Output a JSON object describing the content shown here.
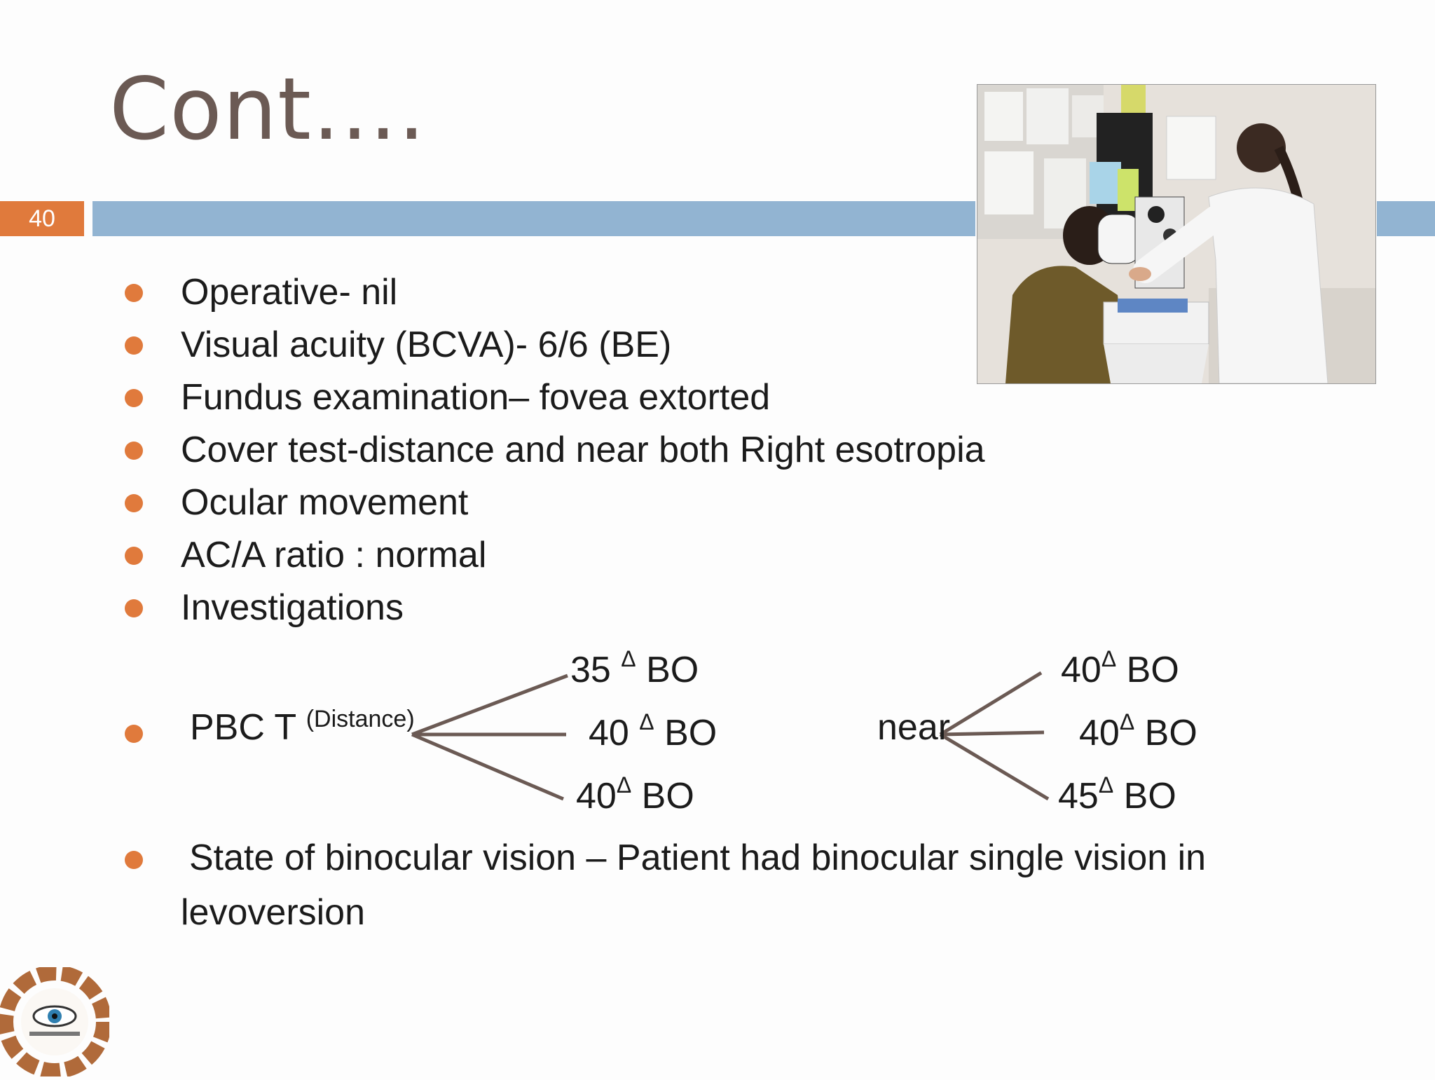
{
  "title": "Cont….",
  "slide_number": "40",
  "bullets": [
    "Operative- nil",
    "Visual acuity (BCVA)- 6/6 (BE)",
    "Fundus examination– fovea extorted",
    "Cover test-distance and near both  Right esotropia",
    "Ocular movement",
    "AC/A ratio : normal",
    "Investigations"
  ],
  "pbct": {
    "label": "PBC T",
    "label_sup": "(Distance)",
    "distance_values": [
      {
        "num": "35",
        "delta": "Δ",
        "unit": "BO"
      },
      {
        "num": "40",
        "delta": "Δ",
        "unit": "BO"
      },
      {
        "num": "40",
        "delta": "Δ",
        "unit": "BO"
      }
    ],
    "near_label": "near",
    "near_values": [
      {
        "num": "40",
        "delta": "Δ",
        "unit": "BO"
      },
      {
        "num": "40",
        "delta": "Δ",
        "unit": "BO"
      },
      {
        "num": "45",
        "delta": "Δ",
        "unit": "BO"
      }
    ]
  },
  "binocular": {
    "line1": "State of binocular vision – Patient had binocular single vision in",
    "line2": "levoversion"
  },
  "colors": {
    "accent_orange": "#e07a3c",
    "bar_blue": "#92b4d2",
    "title_brown": "#6b5a54"
  }
}
